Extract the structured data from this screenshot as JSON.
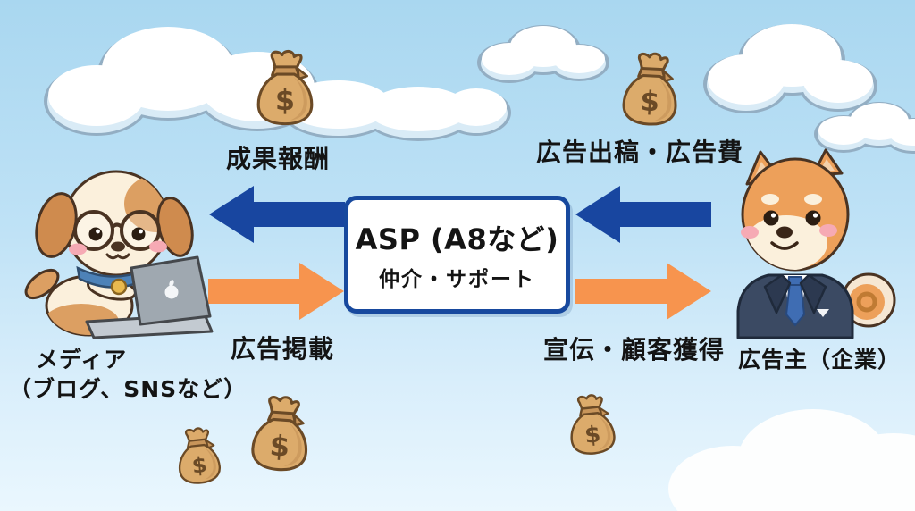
{
  "asp_box": {
    "title": "ASP (A8など)",
    "subtitle": "仲介・サポート"
  },
  "flows": {
    "reward": {
      "label": "成果報酬",
      "direction": "left",
      "color": "blue"
    },
    "ad_submission": {
      "label": "広告出稿・広告費",
      "direction": "left",
      "color": "blue"
    },
    "ad_publishing": {
      "label": "広告掲載",
      "direction": "right",
      "color": "orange"
    },
    "promotion": {
      "label": "宣伝・顧客獲得",
      "direction": "right",
      "color": "orange"
    }
  },
  "actors": {
    "media": {
      "name": "メディア",
      "detail": "（ブログ、SNSなど）",
      "character": "dog-with-glasses-using-laptop"
    },
    "advertiser": {
      "name": "広告主（企業）",
      "character": "shiba-inu-in-business-suit"
    }
  },
  "decor": {
    "money_symbol": "$",
    "money_bag_count": 5
  },
  "colors": {
    "arrow_blue": "#1846a0",
    "arrow_orange": "#f7944e",
    "box_border": "#17499e",
    "box_background": "#ffffff",
    "sky_top": "#a9d7f0",
    "sky_bottom": "#eaf7fe",
    "text": "#141414"
  }
}
